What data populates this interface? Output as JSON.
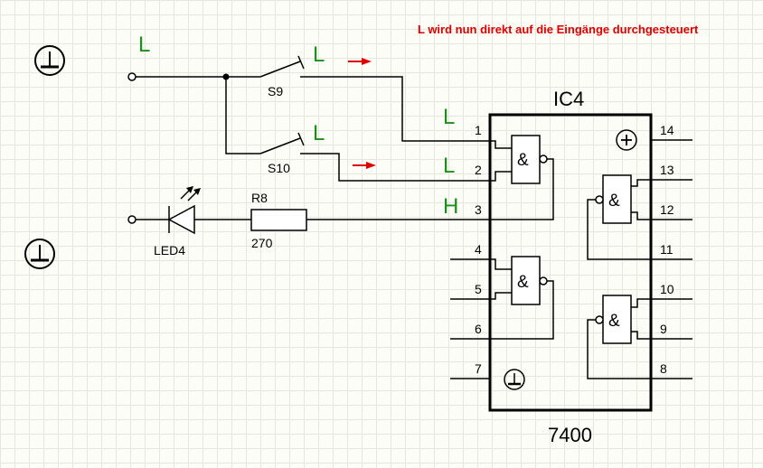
{
  "note": "L wird nun direkt auf die Eingänge durchgesteuert",
  "ic": {
    "name": "IC4",
    "part": "7400"
  },
  "switches": {
    "s9": "S9",
    "s10": "S10"
  },
  "led": {
    "name": "LED4"
  },
  "resistor": {
    "name": "R8",
    "value": "270"
  },
  "levels": {
    "input": "L",
    "s9": "L",
    "s10": "L",
    "pin1": "L",
    "pin2": "L",
    "pin3": "H"
  },
  "pins": {
    "p1": "1",
    "p2": "2",
    "p3": "3",
    "p4": "4",
    "p5": "5",
    "p6": "6",
    "p7": "7",
    "p8": "8",
    "p9": "9",
    "p10": "10",
    "p11": "11",
    "p12": "12",
    "p13": "13",
    "p14": "14"
  },
  "gate_symbol": "&",
  "colors": {
    "level": "#1a8f1a",
    "note": "#e00000",
    "arrow": "#e00000"
  },
  "icons": [
    "ground-icon",
    "vcc-plus-icon",
    "led-light-arrows-icon",
    "signal-flow-arrow-icon"
  ]
}
